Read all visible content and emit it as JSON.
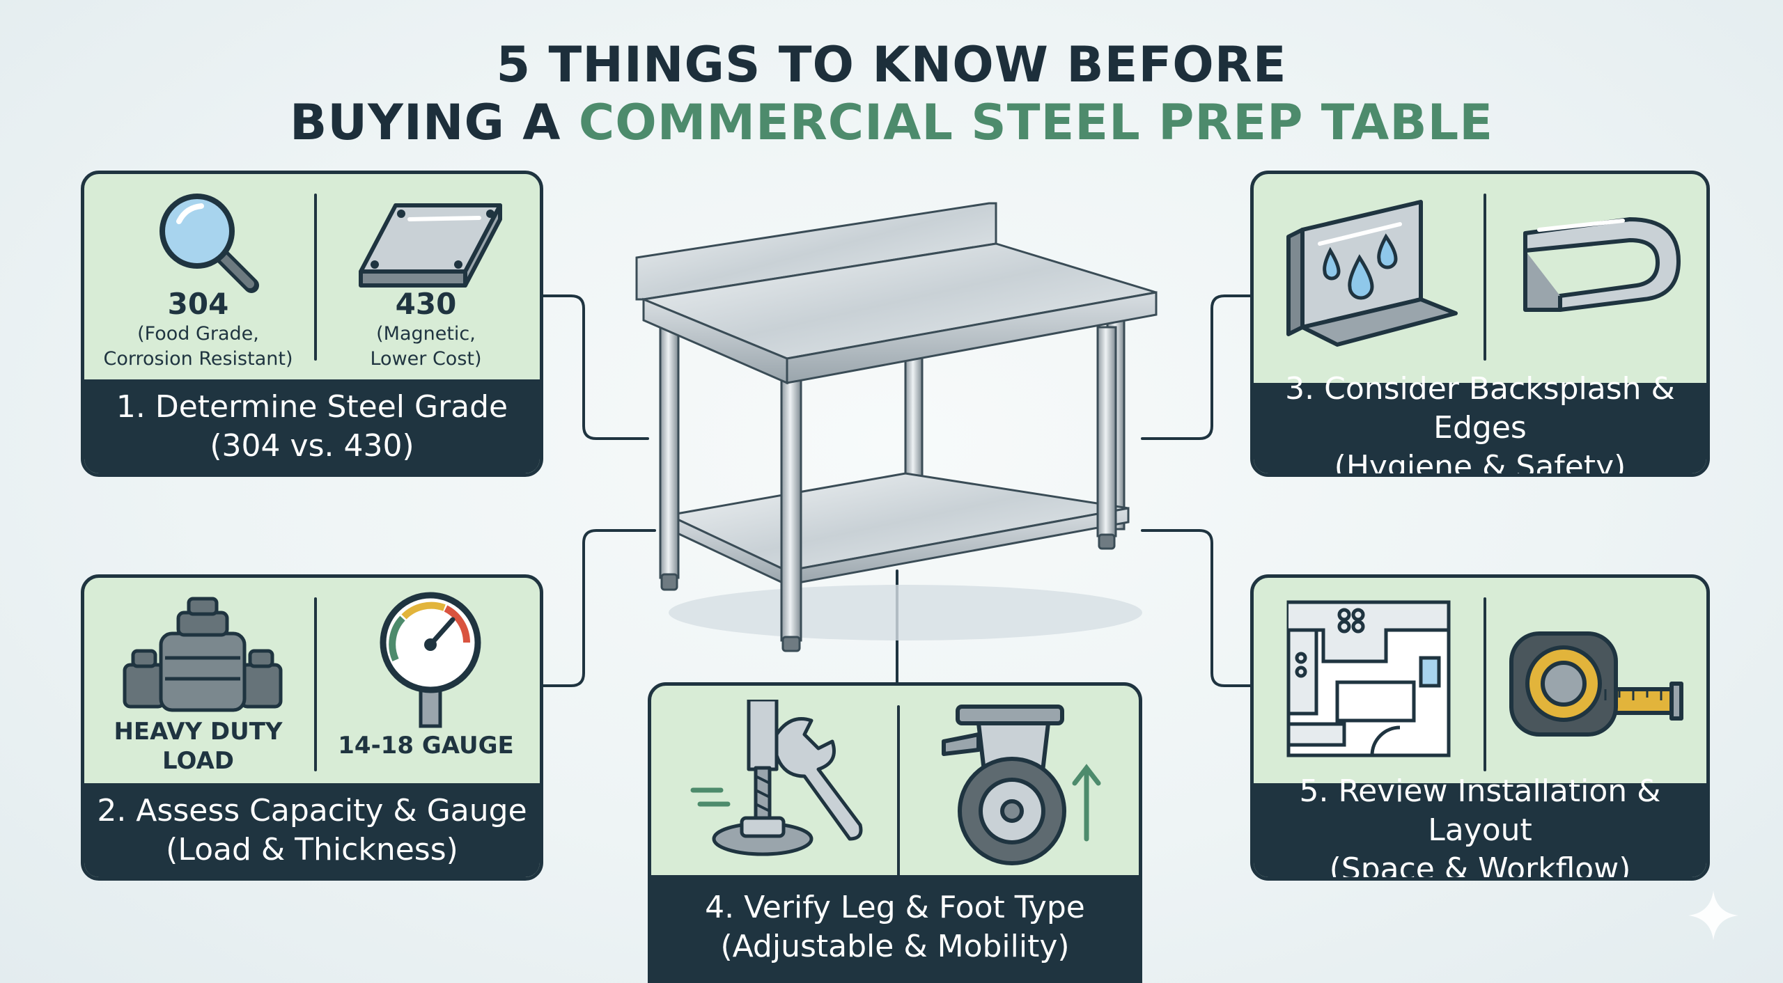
{
  "title": {
    "line1": "5 THINGS TO KNOW BEFORE",
    "line2_prefix": "BUYING A ",
    "line2_accent": "COMMERCIAL STEEL PREP TABLE"
  },
  "colors": {
    "card_bg": "#d8ecd6",
    "dark": "#1f3440",
    "accent": "#4d8b6c"
  },
  "cards": {
    "steel_grade": {
      "left_value": "304",
      "left_note_1": "(Food Grade,",
      "left_note_2": "Corrosion Resistant)",
      "right_value": "430",
      "right_note_1": "(Magnetic,",
      "right_note_2": "Lower Cost)",
      "footer_1": "1. Determine Steel Grade",
      "footer_2": "(304 vs. 430)",
      "icons": [
        "magnifying-glass-icon",
        "steel-plate-icon"
      ]
    },
    "capacity": {
      "left_line_1": "HEAVY DUTY",
      "left_line_2": "LOAD",
      "right_line": "14-18 GAUGE",
      "footer_1": "2. Assess Capacity & Gauge",
      "footer_2": "(Load & Thickness)",
      "icons": [
        "weights-icon",
        "pressure-gauge-icon"
      ]
    },
    "backsplash": {
      "footer_1": "3. Consider Backsplash & Edges",
      "footer_2": "(Hygiene & Safety)",
      "icons": [
        "backsplash-water-icon",
        "rounded-edge-icon"
      ]
    },
    "legs": {
      "footer_1": "4. Verify Leg & Foot Type",
      "footer_2": "(Adjustable & Mobility)",
      "icons": [
        "adjustable-foot-wrench-icon",
        "caster-wheel-icon"
      ]
    },
    "layout": {
      "footer_1": "5. Review Installation & Layout",
      "footer_2": "(Space & Workflow)",
      "icons": [
        "floor-plan-icon",
        "tape-measure-icon"
      ]
    }
  }
}
